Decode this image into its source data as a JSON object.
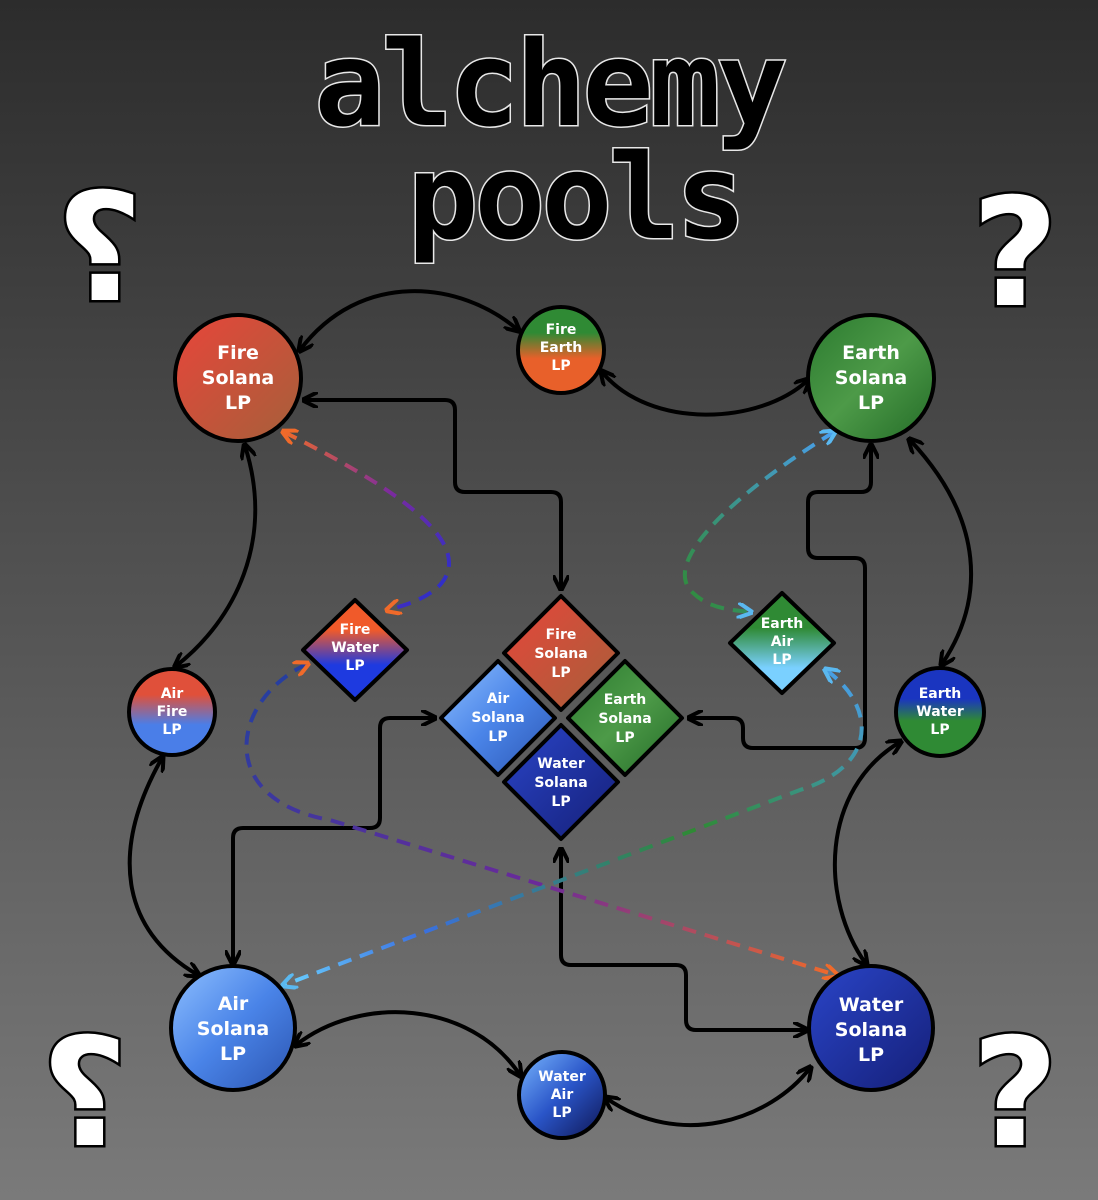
{
  "title": {
    "line1": "alchemy",
    "line2": "pools"
  },
  "decorations": {
    "question_mark": "?"
  },
  "circle_nodes": {
    "fire_solana": [
      "Fire",
      "Solana",
      "LP"
    ],
    "fire_earth": [
      "Fire",
      "Earth",
      "LP"
    ],
    "earth_solana": [
      "Earth",
      "Solana",
      "LP"
    ],
    "air_fire": [
      "Air",
      "Fire",
      "LP"
    ],
    "earth_water": [
      "Earth",
      "Water",
      "LP"
    ],
    "air_solana": [
      "Air",
      "Solana",
      "LP"
    ],
    "water_air": [
      "Water",
      "Air",
      "LP"
    ],
    "water_solana": [
      "Water",
      "Solana",
      "LP"
    ]
  },
  "diamond_nodes": {
    "fire_water": [
      "Fire",
      "Water",
      "LP"
    ],
    "earth_air": [
      "Earth",
      "Air",
      "LP"
    ],
    "center_fire_solana": [
      "Fire",
      "Solana",
      "LP"
    ],
    "center_air_solana": [
      "Air",
      "Solana",
      "LP"
    ],
    "center_earth_solana": [
      "Earth",
      "Solana",
      "LP"
    ],
    "center_water_solana": [
      "Water",
      "Solana",
      "LP"
    ]
  },
  "colors": {
    "fire": "#e04a3a",
    "earth": "#2f8a34",
    "air": "#5a9af0",
    "water": "#1a2fa0",
    "orange": "#f06a2a"
  }
}
